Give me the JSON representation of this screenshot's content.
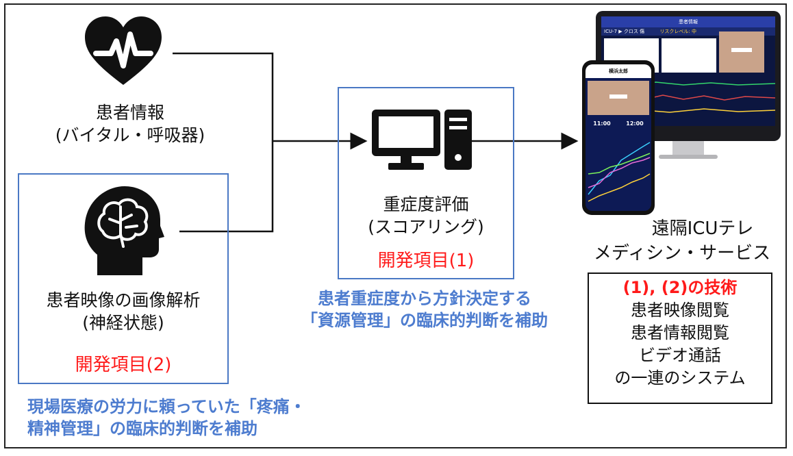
{
  "patient_info": {
    "title": "患者情報",
    "subtitle": "(バイタル・呼吸器)"
  },
  "patient_video": {
    "title": "患者映像の画像解析",
    "subtitle": "(神経状態)",
    "dev_item": "開発項目(2)"
  },
  "severity": {
    "title": "重症度評価",
    "subtitle": "(スコアリング)",
    "dev_item": "開発項目(1)"
  },
  "severity_note": {
    "line1": "患者重症度から方針決定する",
    "line2": "「資源管理」の臨床的判断を補助"
  },
  "pain_note": {
    "line1": "現場医療の労力に頼っていた「疼痛・",
    "line2": "精神管理」の臨床的判断を補助"
  },
  "service": {
    "line1": "遠隔ICUテレ",
    "line2": "メディシン・サービス"
  },
  "tech_box": {
    "heading": "(1), (2)の技術",
    "items": [
      "患者映像閲覧",
      "患者情報閲覧",
      "ビデオ通話",
      "の一連のシステム"
    ]
  },
  "device_screens": {
    "monitor_top": "患者情報",
    "monitor_sub": "ICU-7 ▶ クロス 傷",
    "monitor_risk": "リスクレベル: 中",
    "phone_name": "横浜太郎",
    "phone_time1": "11:00",
    "phone_time2": "12:00"
  },
  "colors": {
    "blue_box": "#4a78c4",
    "blue_text": "#4d7ccf",
    "red_text": "#ff1a1a"
  }
}
